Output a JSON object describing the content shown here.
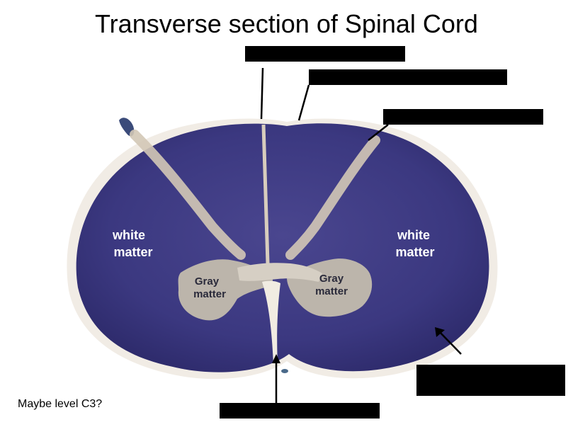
{
  "title": "Transverse section of Spinal Cord",
  "note": "Maybe  level C3?",
  "labels": {
    "white_left_1": "white",
    "white_left_2": "matter",
    "white_right_1": "white",
    "white_right_2": "matter",
    "gray_left_1": "Gray",
    "gray_left_2": "matter",
    "gray_right_1": "Gray",
    "gray_right_2": "matter"
  },
  "colors": {
    "white_matter": "#3e3b82",
    "white_matter_dark": "#2c2a66",
    "gray_matter": "#bdb6ad",
    "meninges": "#d9cfc0",
    "redaction": "#000000"
  }
}
